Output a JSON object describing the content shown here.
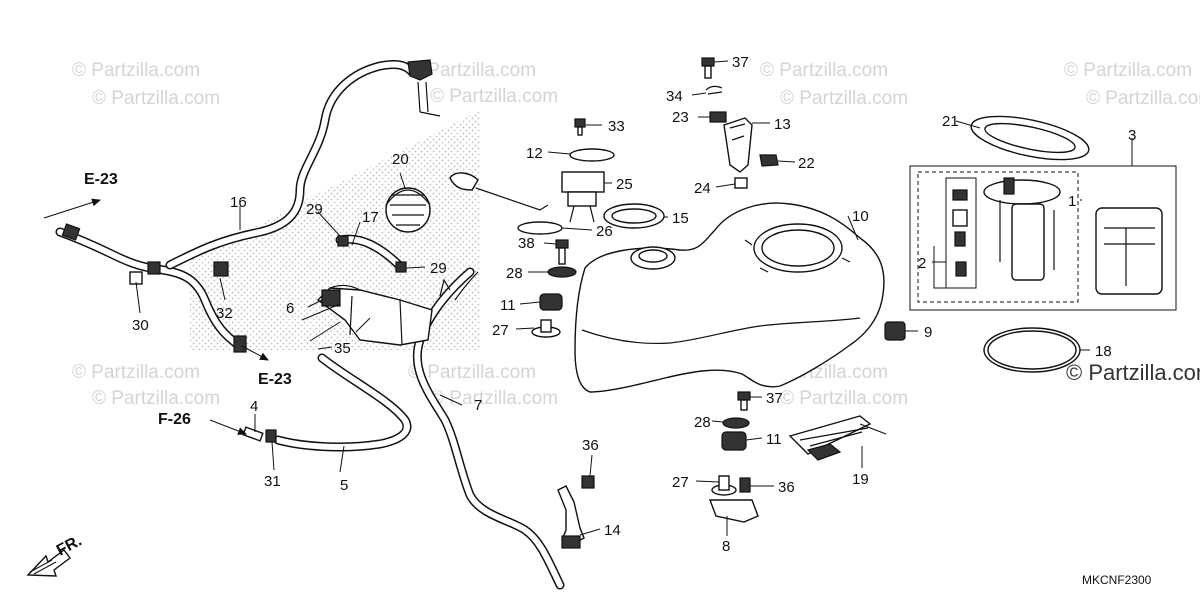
{
  "watermark": {
    "text": "© Partzilla.com",
    "large_text": "© Partzilla.com"
  },
  "diagram_code": "MKCNF2300",
  "references": {
    "e23_top": "E-23",
    "e23_bottom": "E-23",
    "f26": "F-26",
    "front": "FR."
  },
  "callouts": {
    "c1": "1",
    "c2": "2",
    "c3": "3",
    "c4": "4",
    "c5": "5",
    "c6": "6",
    "c7": "7",
    "c8": "8",
    "c9": "9",
    "c10": "10",
    "c11a": "11",
    "c11b": "11",
    "c12": "12",
    "c13": "13",
    "c14": "14",
    "c15": "15",
    "c16": "16",
    "c17": "17",
    "c18": "18",
    "c19": "19",
    "c20": "20",
    "c21": "21",
    "c22": "22",
    "c23": "23",
    "c24": "24",
    "c25": "25",
    "c26": "26",
    "c27a": "27",
    "c27b": "27",
    "c28a": "28",
    "c28b": "28",
    "c29a": "29",
    "c29b": "29",
    "c30": "30",
    "c31": "31",
    "c32": "32",
    "c33": "33",
    "c34": "34",
    "c35": "35",
    "c36a": "36",
    "c36b": "36",
    "c37a": "37",
    "c37b": "37",
    "c38": "38"
  }
}
